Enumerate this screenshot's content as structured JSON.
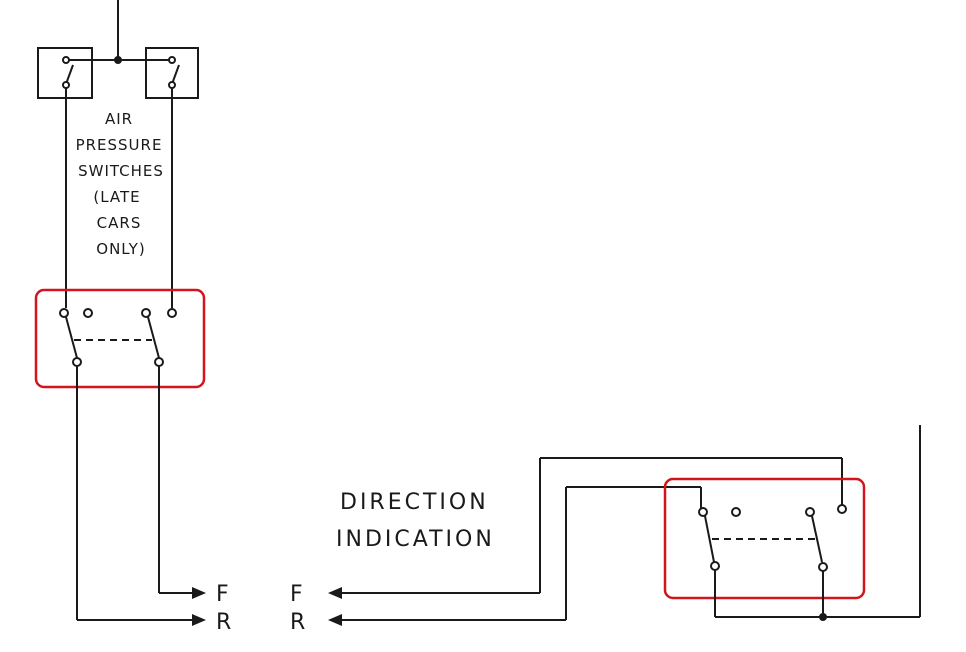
{
  "labels": {
    "air_pressure": [
      "AIR",
      "PRESSURE",
      "SWITCHES",
      "(LATE",
      "CARS",
      "ONLY)"
    ],
    "direction": [
      "DIRECTION",
      "INDICATION"
    ],
    "left_f": "F",
    "left_r": "R",
    "right_f": "F",
    "right_r": "R"
  },
  "colors": {
    "line": "#1a1a1a",
    "highlight": "#d4141c"
  }
}
